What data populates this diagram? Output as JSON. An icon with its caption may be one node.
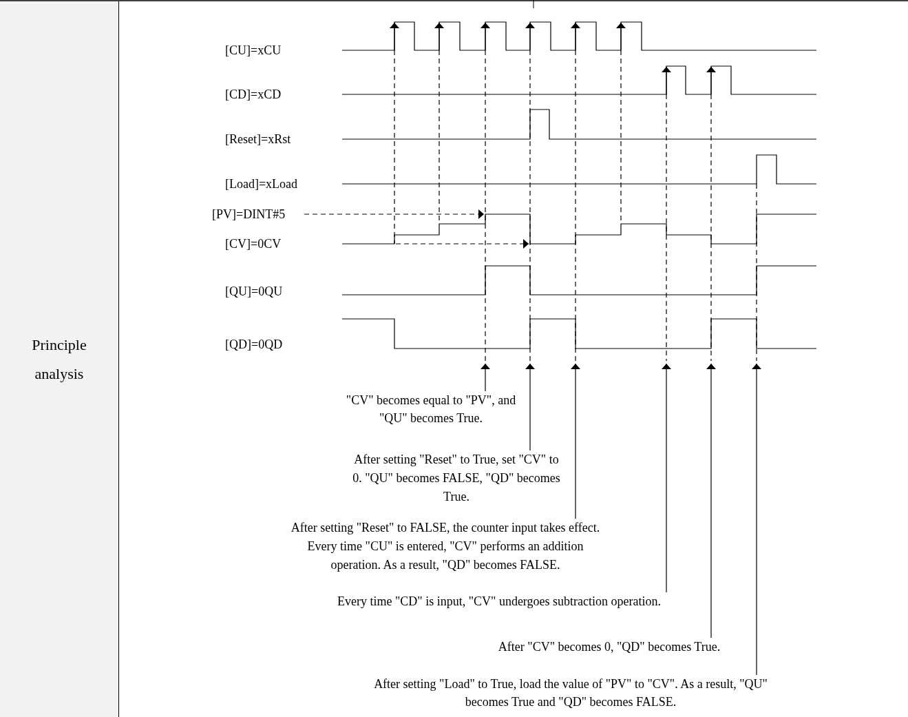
{
  "diagram": {
    "nodes": [
      {
        "text": [
          "Principle analysis"
        ]
      },
      {
        "text": [
          "[PV]=DINT#5"
        ]
      },
      {
        "text": [
          "\"CV\" becomes equal to \"PV\", and \"QU\" becomes True."
        ]
      },
      {
        "text": [
          "After setting \"Reset\" to True, set \"CV\" to 0. \"QU\" becomes FALSE, \"QD\" becomes True."
        ]
      },
      {
        "text": [
          "After setting \"Reset\" to FALSE, the counter input takes effect. Every time \"CU\" is entered, \"CV\" performs an addition operation. As a result, \"QD\" becomes FALSE."
        ]
      },
      {
        "text": [
          "Every time \"CD\" is input, \"CV\" undergoes subtraction operation."
        ]
      },
      {
        "text": [
          "After \"CV\" becomes 0, \"QD\" becomes True."
        ]
      },
      {
        "text": [
          "After setting \"Load\" to True, load the value of \"PV\" to \"CV\". As a result, \"QU\" becomes True and \"QD\" becomes FALSE."
        ]
      }
    ],
    "edges": [
      {
        "from": 1,
        "to": null,
        "arrow": "to",
        "style": "dashed"
      },
      {
        "from": 2,
        "to": null,
        "arrow": "to"
      },
      {
        "from": 3,
        "to": null,
        "arrow": "to"
      },
      {
        "from": 4,
        "to": null,
        "arrow": "to"
      },
      {
        "from": 5,
        "to": null,
        "arrow": "to"
      },
      {
        "from": 6,
        "to": null,
        "arrow": "to"
      },
      {
        "from": 7,
        "to": null,
        "arrow": "to"
      }
    ],
    "labels": [
      "[CU]=xCU",
      "[CD]=xCD",
      "[Reset]=xRst",
      "[Load]=xLoad",
      "[CV]=0CV",
      "[QU]=0QU",
      "[QD]=0QD"
    ]
  }
}
